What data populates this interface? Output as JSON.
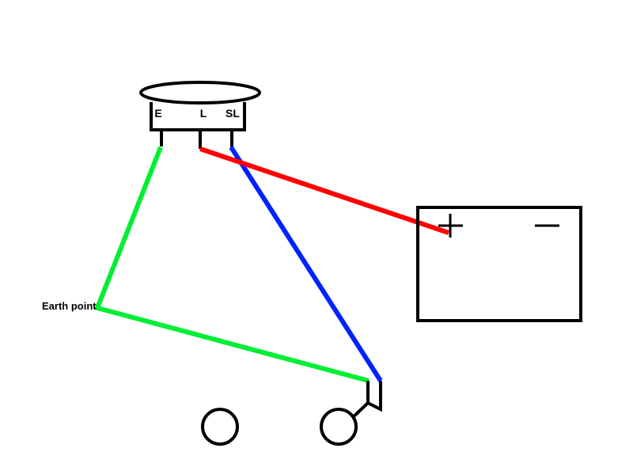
{
  "lamp": {
    "terminals": {
      "earth": "E",
      "live": "L",
      "switched_live": "SL"
    }
  },
  "earth_point": {
    "label": "Earth point"
  },
  "battery": {
    "positive_symbol": "+",
    "negative_symbol": "−"
  },
  "wire_colors": {
    "earth": "#00ee33",
    "live": "#ff0000",
    "switched_live": "#0022ff",
    "outline": "#000000"
  }
}
